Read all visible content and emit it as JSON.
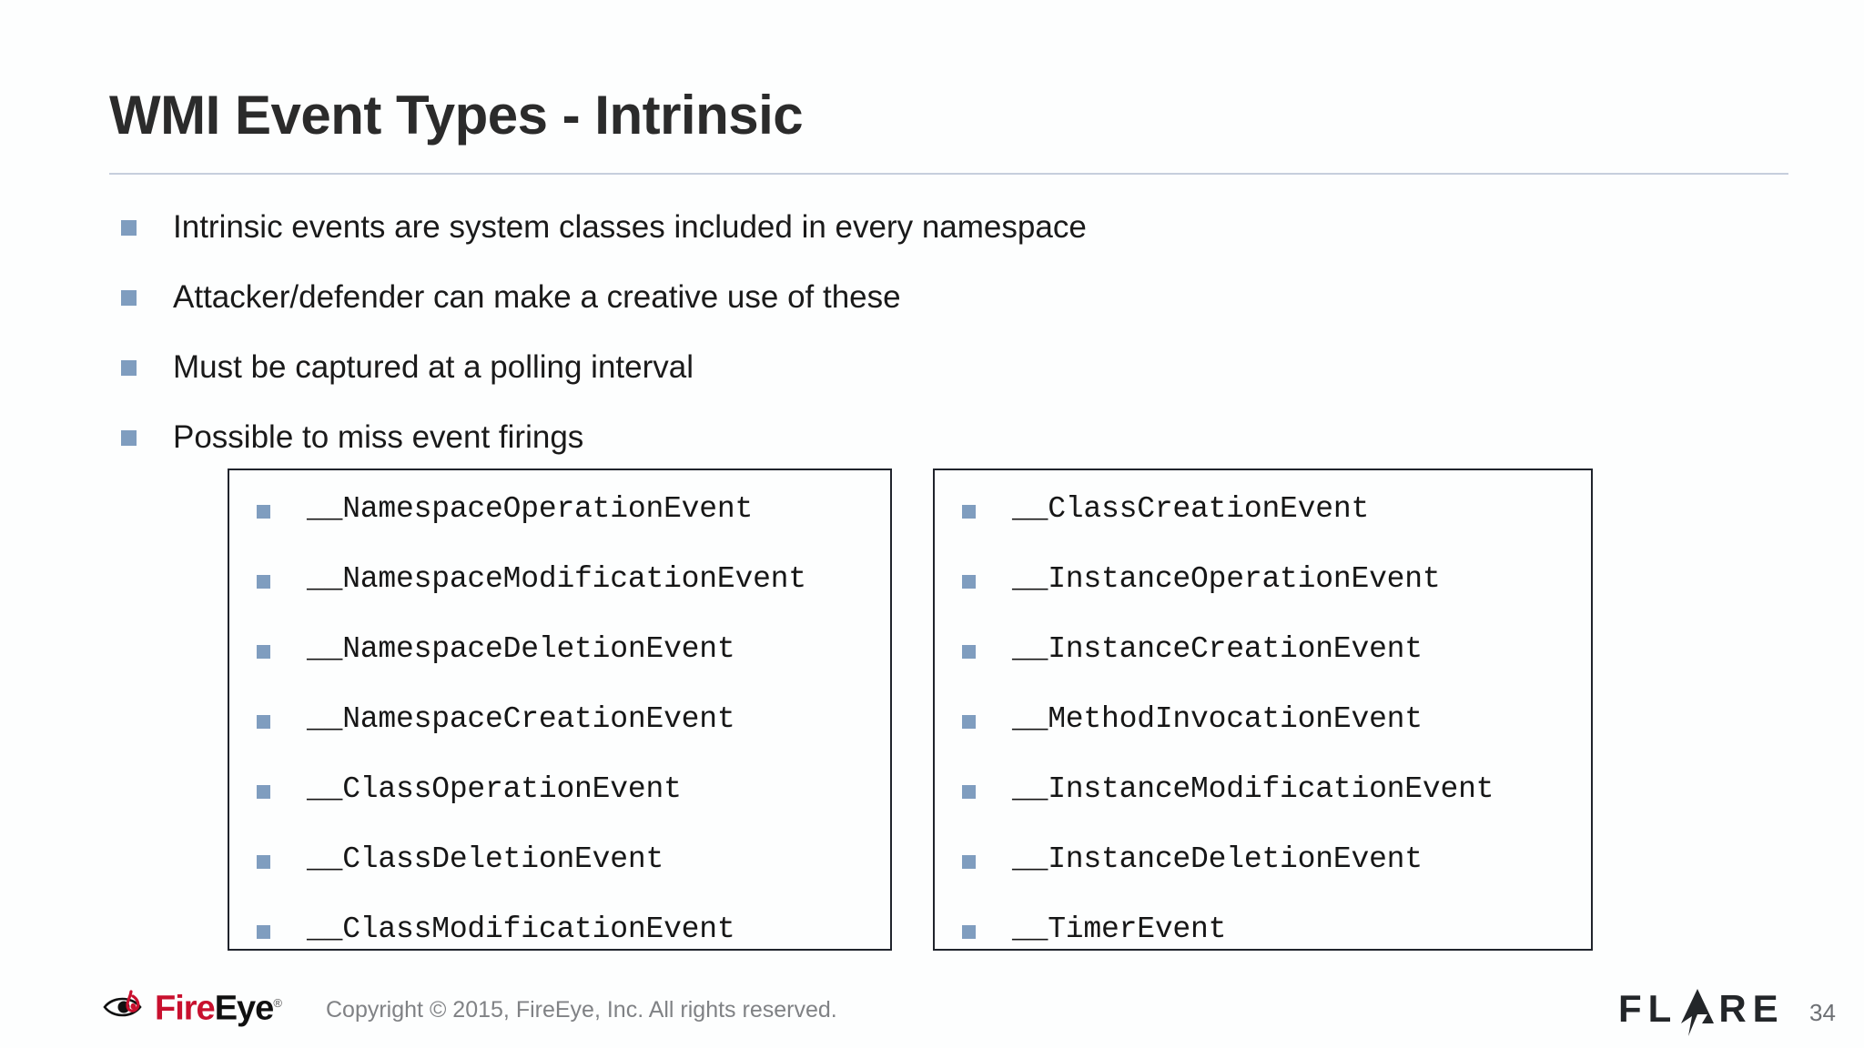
{
  "slide": {
    "title": "WMI Event Types - Intrinsic",
    "bullets": [
      "Intrinsic events are system classes included in every namespace",
      "Attacker/defender can make a creative use of these",
      "Must be captured at a polling interval",
      "Possible to miss event firings"
    ],
    "left_box": {
      "items": [
        "__NamespaceOperationEvent",
        "__NamespaceModificationEvent",
        "__NamespaceDeletionEvent",
        "__NamespaceCreationEvent",
        "__ClassOperationEvent",
        "__ClassDeletionEvent",
        "__ClassModificationEvent"
      ]
    },
    "right_box": {
      "items": [
        "__ClassCreationEvent",
        "__InstanceOperationEvent",
        "__InstanceCreationEvent",
        "__MethodInvocationEvent",
        "__InstanceModificationEvent",
        "__InstanceDeletionEvent",
        "__TimerEvent"
      ]
    }
  },
  "footer": {
    "brand_first": "Fire",
    "brand_second": "Eye",
    "brand_tm": "®",
    "copyright": "Copyright ©  2015, FireEye, Inc.  All rights reserved.",
    "flare_first": "FL",
    "flare_second": "RE",
    "page_number": "34"
  },
  "colors": {
    "bullet_square": "#7f9dbf",
    "title_rule": "#c6cfdd",
    "box_border": "#20242c",
    "brand_red": "#c8102e",
    "text_dark": "#1a1a1a",
    "footer_gray": "#808285"
  }
}
